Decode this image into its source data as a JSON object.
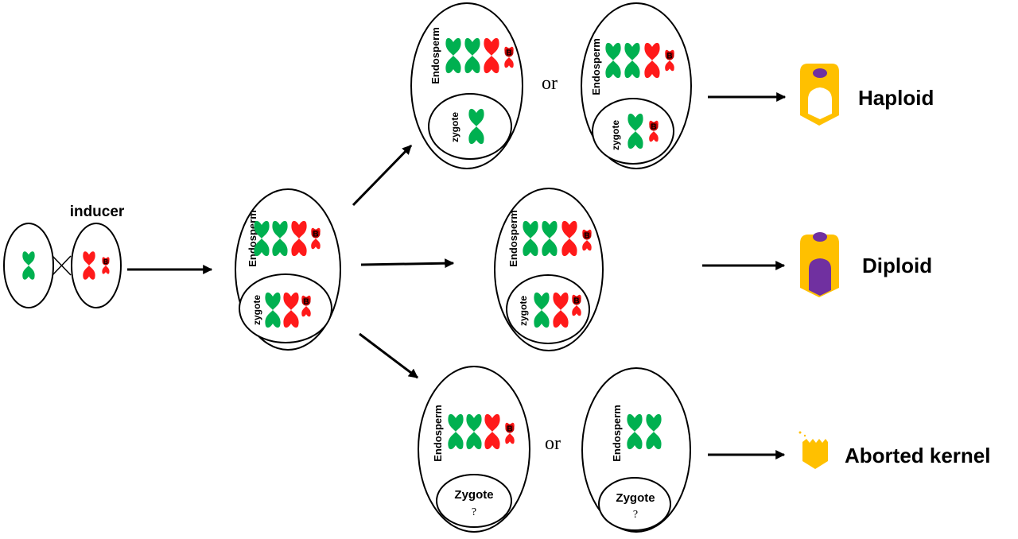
{
  "labels": {
    "inducer": "inducer",
    "endosperm": "Endosperm",
    "zygote": "zygote",
    "zygote_cap": "Zygote",
    "question": "?",
    "or": "or",
    "b": "B"
  },
  "outcomes": {
    "haploid": "Haploid",
    "diploid": "Diploid",
    "aborted": "Aborted kernel"
  },
  "colors": {
    "green": "#00b050",
    "red": "#ff1a1a",
    "b_fill": "#c00000",
    "kernel_yellow": "#ffc000",
    "kernel_purple": "#7030a0"
  },
  "icons": [
    "arrow-icon",
    "kernel-icon",
    "chromosome-icon"
  ]
}
